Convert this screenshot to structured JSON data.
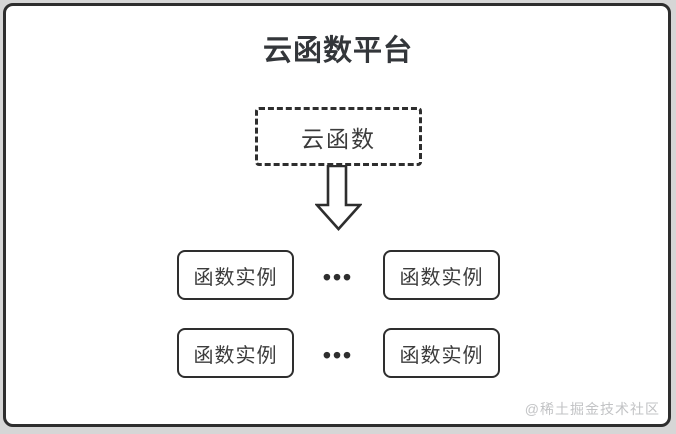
{
  "diagram": {
    "title": "云函数平台",
    "cloud_function": {
      "label": "云函数"
    },
    "ellipsis": "•••",
    "instances": [
      {
        "label": "函数实例"
      },
      {
        "label": "函数实例"
      },
      {
        "label": "函数实例"
      },
      {
        "label": "函数实例"
      }
    ],
    "watermark": "@稀土掘金技术社区",
    "colors": {
      "border": "#2e2e2e",
      "title_text": "#33363a",
      "box_text": "#3c3c3c",
      "watermark_text": "#c2c3c5",
      "page_background": "#d6d6d6",
      "panel_background": "#ffffff"
    }
  }
}
